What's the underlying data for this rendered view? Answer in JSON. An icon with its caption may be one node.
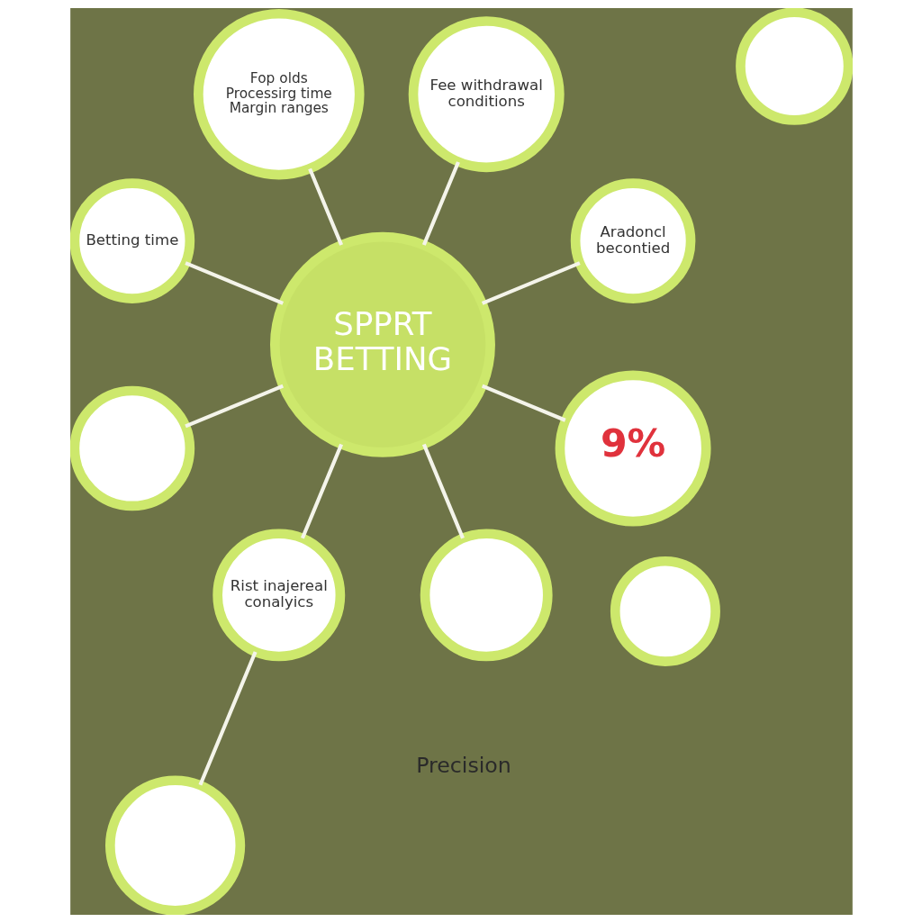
{
  "diagram": {
    "nodes": [
      {
        "text": [
          "Aradoncl becontied"
        ]
      },
      {
        "text": [
          "Fee withdrawal conditions"
        ]
      },
      {
        "text": [
          "Fop olds",
          "Processirg time Margin ranges"
        ]
      },
      {
        "text": [],
        "shape": "circle"
      },
      {
        "text": [
          "Betting time"
        ]
      },
      {
        "text": [
          "SPPRT BETTING"
        ]
      },
      {
        "text": [],
        "shape": "circle"
      },
      {
        "text": [],
        "shape": "circle"
      },
      {
        "text": [
          "Rist inajereal conalyics"
        ]
      },
      {
        "text": [],
        "shape": "circle"
      },
      {
        "text": [],
        "shape": "circle"
      },
      {
        "text": [
          "9%"
        ]
      }
    ],
    "edges": [
      {
        "from": 5,
        "to": 0,
        "arrow": "none"
      },
      {
        "from": 5,
        "to": 1,
        "arrow": "none"
      },
      {
        "from": 5,
        "to": 2,
        "arrow": "none"
      },
      {
        "from": 5,
        "to": 4,
        "arrow": "none"
      },
      {
        "from": 5,
        "to": 6,
        "arrow": "none"
      },
      {
        "from": 5,
        "to": 8,
        "arrow": "none"
      },
      {
        "from": 8,
        "to": 9,
        "arrow": "none"
      },
      {
        "from": 5,
        "to": 10,
        "arrow": "none"
      },
      {
        "from": 5,
        "to": 11,
        "arrow": "none"
      }
    ],
    "labels": [
      "Precision"
    ]
  }
}
